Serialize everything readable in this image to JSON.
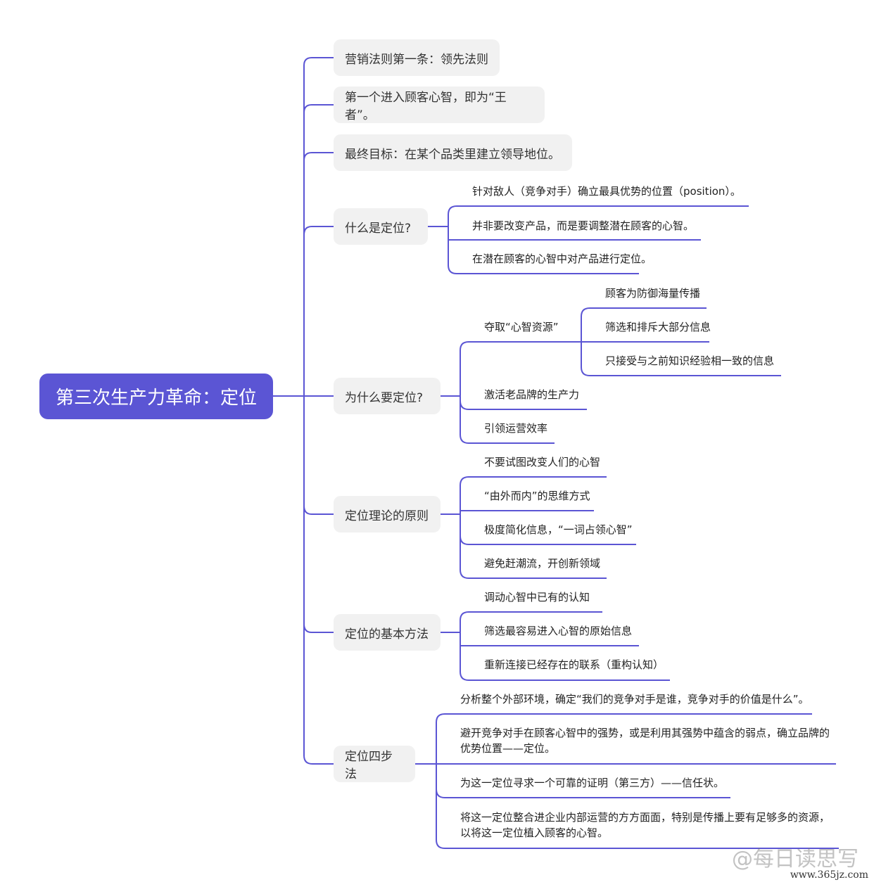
{
  "root": "第三次生产力革命：定位",
  "colors": {
    "root_bg": "#5b55d4",
    "line": "#5b55d4",
    "branch_bg": "#f1f1f1"
  },
  "branches": [
    {
      "label": "营销法则第一条：领先法则",
      "children": []
    },
    {
      "label": "第一个进入顾客心智，即为“王者”。",
      "children": []
    },
    {
      "label": "最终目标：在某个品类里建立领导地位。",
      "children": []
    },
    {
      "label": "什么是定位?",
      "children": [
        {
          "label": "针对敌人（竞争对手）确立最具优势的位置（position）。"
        },
        {
          "label": "并非要改变产品，而是要调整潜在顾客的心智。"
        },
        {
          "label": "在潜在顾客的心智中对产品进行定位。"
        }
      ]
    },
    {
      "label": "为什么要定位?",
      "children": [
        {
          "label": "夺取“心智资源”",
          "children": [
            {
              "label": "顾客为防御海量传播"
            },
            {
              "label": "筛选和排斥大部分信息"
            },
            {
              "label": "只接受与之前知识经验相一致的信息"
            }
          ]
        },
        {
          "label": "激活老品牌的生产力"
        },
        {
          "label": "引领运营效率"
        }
      ]
    },
    {
      "label": "定位理论的原则",
      "children": [
        {
          "label": "不要试图改变人们的心智"
        },
        {
          "label": "“由外而内”的思维方式"
        },
        {
          "label": "极度简化信息，“一词占领心智”"
        },
        {
          "label": "避免赶潮流，开创新领域"
        }
      ]
    },
    {
      "label": "定位的基本方法",
      "children": [
        {
          "label": "调动心智中已有的认知"
        },
        {
          "label": "筛选最容易进入心智的原始信息"
        },
        {
          "label": "重新连接已经存在的联系（重构认知）"
        }
      ]
    },
    {
      "label": "定位四步法",
      "children": [
        {
          "label": "分析整个外部环境，确定“我们的竞争对手是谁，竞争对手的价值是什么”。"
        },
        {
          "label": "避开竞争对手在顾客心智中的强势，或是利用其强势中蕴含的弱点，确立品牌的优势位置——定位。"
        },
        {
          "label": "为这一定位寻求一个可靠的证明（第三方）——信任状。"
        },
        {
          "label": "将这一定位整合进企业内部运营的方方面面，特别是传播上要有足够多的资源，以将这一定位植入顾客的心智。"
        }
      ]
    }
  ],
  "watermark": {
    "text": "@每日读思写",
    "url": "www.365jz.com"
  }
}
